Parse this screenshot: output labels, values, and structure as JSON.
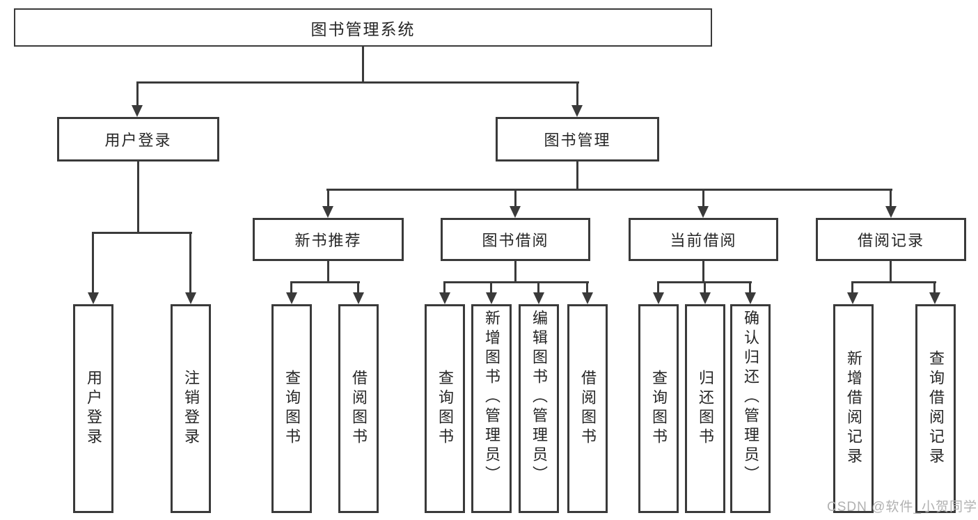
{
  "tree": {
    "root": {
      "label": "图书管理系统"
    },
    "branches": [
      {
        "label": "用户登录",
        "children": [
          {
            "label": "用户登录"
          },
          {
            "label": "注销登录"
          }
        ]
      },
      {
        "label": "图书管理",
        "groups": [
          {
            "label": "新书推荐",
            "children": [
              {
                "label": "查询图书"
              },
              {
                "label": "借阅图书"
              }
            ]
          },
          {
            "label": "图书借阅",
            "children": [
              {
                "label": "查询图书"
              },
              {
                "label": "新增图书（管理员）"
              },
              {
                "label": "编辑图书（管理员）"
              },
              {
                "label": "借阅图书"
              }
            ]
          },
          {
            "label": "当前借阅",
            "children": [
              {
                "label": "查询图书"
              },
              {
                "label": "归还图书"
              },
              {
                "label": "确认归还（管理员）"
              }
            ]
          },
          {
            "label": "借阅记录",
            "children": [
              {
                "label": "新增借阅记录"
              },
              {
                "label": "查询借阅记录"
              }
            ]
          }
        ]
      }
    ]
  },
  "watermark": {
    "text": "CSDN @软件_小贺同学"
  },
  "colors": {
    "line": "#3a3a3a",
    "box_border": "#3a3a3a",
    "text": "#262626",
    "watermark": "#b1b1b1",
    "background": "#ffffff"
  }
}
